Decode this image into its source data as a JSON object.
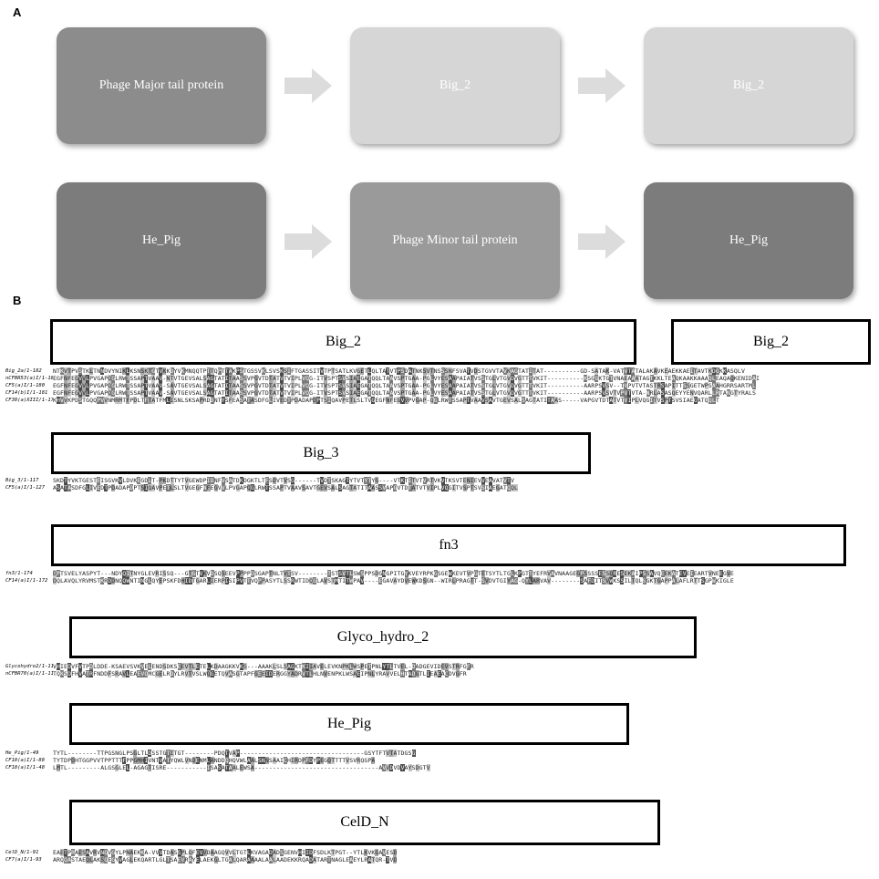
{
  "panel_a": {
    "label": "A",
    "row1": [
      "Phage Major tail protein",
      "Big_2",
      "Big_2"
    ],
    "row2": [
      "He_Pig",
      "Phage Minor tail protein",
      "He_Pig"
    ]
  },
  "panel_b": {
    "label": "B",
    "domains": {
      "big2_a": "Big_2",
      "big2_b": "Big_2",
      "big3": "Big_3",
      "fn3": "fn3",
      "glyco": "Glyco_hydro_2",
      "hepig": "He_Pig",
      "celdn": "CelD_N"
    },
    "alignments": {
      "big2": [
        {
          "name": "Big_2a/1-182",
          "seq": "NTKVTPVSTKLTNNDVYNIKLKSNSKTGTVKKDYVKMNQQTPTTQPTTAKPSTGSSVKLSVSKSIFTGASSITVTPTSATLKVGETLQLTATVTPSDATNKSVTNSSSNFSVATVDSTGVVTAVKAGTATITAT----------GD-SATAK-VATVTATALAKAVKEAEKKAEITAVTKDGKKASQLV"
        },
        {
          "name": "nCFBR53(a)I/1-181",
          "seq": "EGFNFEGVVLPVGAPQGLRWTSSAPTVAAV-NTVTGEVSALSAGTATITAASSVPGVTDTATVTVIPLVQG-ITVSPTSVSIAEGATQQLTAAVSPTGAA-PGLVYESAAPAIATVSSTGLVTGVDVGTTTVKIT----------KSGGKTGTVNAEAAATAGTKKLTEAQKAAKKAAAQLEAQAQKENIDAI"
        },
        {
          "name": "CF5(a)I/1-180",
          "seq": "EGFNFEGVVLPVGAPQGLRWTSSAPTVAAV-SAVTGEVSALSAGTATITAASSVPGVTDTATVTVIPLVQG-ITVSPTSVSIAEGATQQLTAAVSPTGAA-PGLVYESAAPAIATVSSTGLVTGVDVGTTTVKIT----------AARPSVSV--TVPVTVTASTRSAPITTSSGETWPSAAHGRRSARTML"
        },
        {
          "name": "CF14(b)I/1-181",
          "seq": "EGFNFEGVVLPVGAPQGLRWTSSAPTVAAV-SAVTGEVSALSAGTATITAASSVPGVTDTATVTVIPLVQG-ITVSPTSVSIAEGATQQLTAAVSPTGAA-PGLVYESAAPAIATVSSTGLVTGVDVGTTTVKIT----------AARPSVSVTVPVTVTA-NRLASASQEYYENVQARLLRTANGTYRALS"
        },
        {
          "name": "CF38(a)XIII/1-176",
          "seq": "KHVVKPDSTGQQPVVNMRMTFPDLTFTATFMLISNLSKSAPRDDNTYSFEASATASDFGLIVEDTPDADAPDPTSIQAVPETLSLTVGEGFNFEGVVPVGAP-QGLRWTSSAPTVAAVSAVTGEVSALSAGTATITAAS-----VAPGVTDTATVTVIPLVQGITVSPTSVSIAEGATQQLT"
        }
      ],
      "big3": [
        {
          "name": "Big_3/1-117",
          "seq": "SKDTYVKTGESTEISGVKVLDVKEGDLT-PKDTTYTVGEWDPIDNFVSATDKDGKTLTFSDVTVSG------TVDTSKAGTYTVTYTYG----VTKTITVTVRTVKVTKSVTENIEVVEAVATVTV"
        },
        {
          "name": "CF5(a)I/1-127",
          "seq": "ASATASDFGLIVEDTPDADAPDPTSIQAVPETLSLTVGEGFNFEGVVLPVGAPQGLRWTSSAPTVAAVSAVTGEVSALSAGTATITAASSVAPGVTDTATVTVIPLVQGITVSPTSVSIAEGATQQL"
        }
      ],
      "fn3": [
        {
          "name": "fn3/1-174",
          "seq": "DPTSVELYASPYT---NDYQITNYGLEVRISSQ---GTGTVKVDSQSEEVPPPPDSGAPTNLTVTSV--------TSTSVTLSWSPPSDGNGPITGYKVEYRPKGSGEWKEVTVPGTETSYTLTGLKPGTTYEFRVAVNAAGEGPSSSSESSQRESEKAIPSSAVQEEKATEVEIEARTVNEEGVE"
        },
        {
          "name": "CF14(a)I/1-172",
          "seq": "DQLAVQLYRVMSTKRDDNQQWNTINGLQYEPSKFDHIDTGARLIERPISIPVTTVQPPASYTLSSRWTIDQGLAVSTMTITWPAV----EGAVAYDVEWKDSGN--WIRLPRAGTT-SVDVTGIYAG-QYLARVAV--------SAFDITSVWKSSILTQLSGKTGAPPALAFLRTTSGPWKIGLE"
        }
      ],
      "glyco": [
        {
          "name": "Glycohydro2/1-110",
          "seq": "VHIEDVFVTPDLDDE-KSAEVSVKVELENDSDKSEEVTLETELKDAAGKKVKS---AAAKLSLSAGKTKIIAVELEVKNPKLWSPETPNLYTLTVEL-DADGEVIDEVSTRFGFR"
        },
        {
          "name": "nCFBR70(a)I/1-114",
          "seq": "TQKSDFHVATRFNDDFSRAVLEAEVQMCGELRDYLRVTVSLWQGETQVASGTAPFGEEIDERGGYADRVTLHLNVENPKLWSAEIPNLYRAVVELHTADGTLIEAEACDVGFR"
        }
      ],
      "hepig": [
        {
          "name": "He_Pig/1-49",
          "seq": "TYTL--------TTPGSNGLPSGLTLDSSTGTITGT--------PDQTVAP----------------------------------GSYTFTVTATDGSG"
        },
        {
          "name": "CF18(a)I/1-88",
          "seq": "TYTDPDHTGGPVVTPPTTTFPPGMHIVNTVATYQWLVNDENMLANDDQHQVWLAALSNNSAAICHIRDPFDYPEGQTTTTVSVRQGPA"
        },
        {
          "name": "CF18(a)I/1-48",
          "seq": "LMTL---------ALGSGLEL-AGAGTISRE-----------ISASATAALEWSA----------------------------------AVVDVDVAYSDGTV"
        }
      ],
      "celdn": [
        {
          "name": "CelD_N/1-91",
          "seq": "EAETPRAESAVRVNQVGYLPNAEKKA-VVVTDASSPLQFEVVDAAGQVVLTGTLKVAGADADSGENVHIIDFSDLKTPGT--YTLKVKGAVESD"
        },
        {
          "name": "CF7(a)I/1-93",
          "seq": "ARQQASTAEQLAKSQEGYVAGLEKQARTLGLTSAEVRAYELAEKGLTGALQARAAAALAALAADEKKRQADATARTNAGLEAEYLRATQR-TVD"
        }
      ]
    }
  }
}
